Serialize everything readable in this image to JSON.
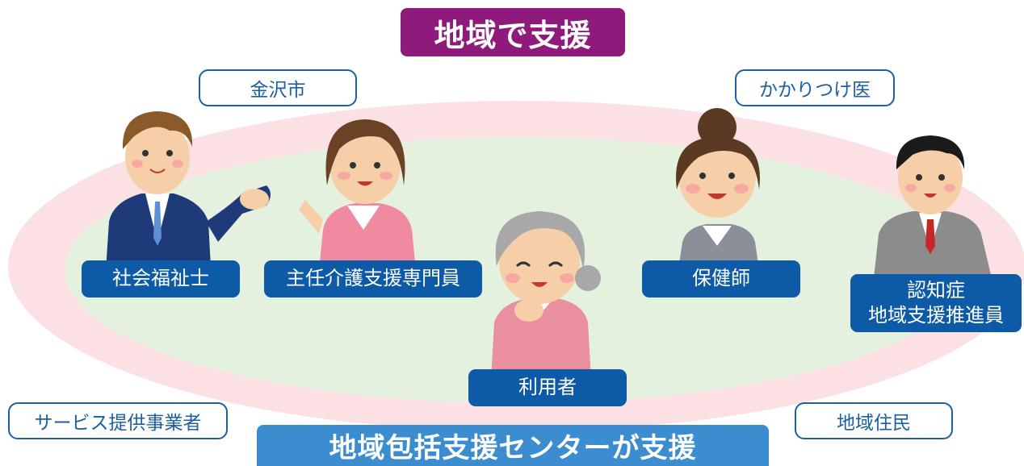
{
  "title": "地域で支援",
  "bottom_title": "地域包括支援センターが支援",
  "outside_labels": {
    "city": "金沢市",
    "doctor": "かかりつけ医",
    "service": "サービス提供事業者",
    "residents": "地域住民"
  },
  "roles": {
    "social_worker": "社会福祉士",
    "care_manager": "主任介護支援専門員",
    "public_health_nurse": "保健師",
    "dementia_line1": "認知症",
    "dementia_line2": "地域支援推進員",
    "user": "利用者"
  },
  "colors": {
    "title_bg": "#8e1a7c",
    "bottom_title_bg": "#3c8dd0",
    "role_bg": "#0d5aa7",
    "outline": "#1d5fa3",
    "outer_ring": "#fbe1e4",
    "inner_ring": "#e4f1df"
  },
  "people": [
    "social-worker",
    "care-manager",
    "user-elderly",
    "public-health-nurse",
    "dementia-support-promoter"
  ]
}
